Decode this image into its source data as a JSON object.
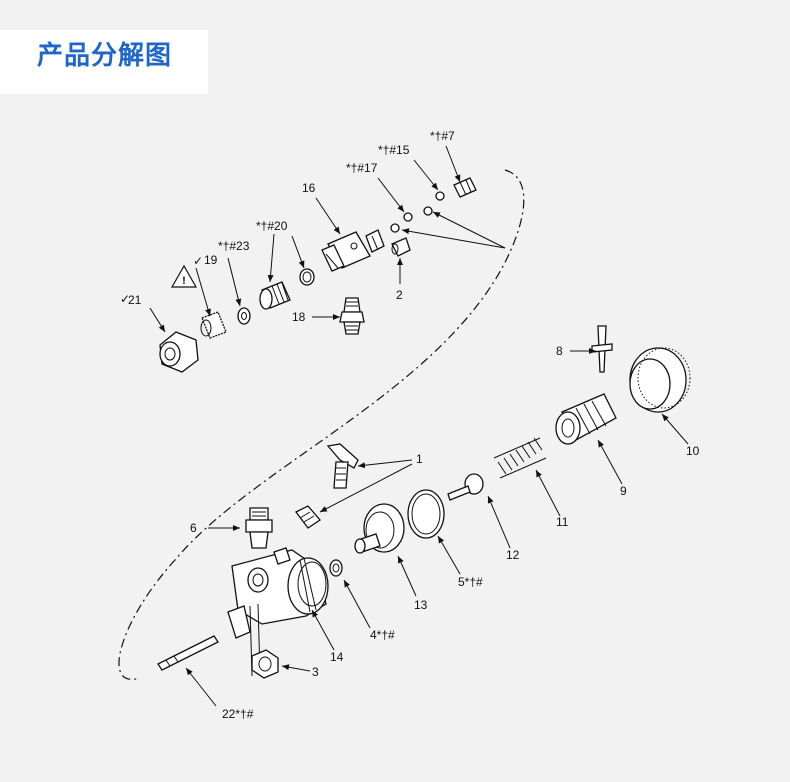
{
  "header": {
    "title": "产品分解图"
  },
  "labels": {
    "l1": "1",
    "l2": "2",
    "l3": "3",
    "l4": "4*†#",
    "l5": "5*†#",
    "l6": "6",
    "l7": "*†#7",
    "l8": "8",
    "l9": "9",
    "l10": "10",
    "l11": "11",
    "l12": "12",
    "l13": "13",
    "l14": "14",
    "l15": "*†#15",
    "l16": "16",
    "l17": "*†#17",
    "l18": "18",
    "l19": "19",
    "l20": "*†#20",
    "l21": "21",
    "l22": "22*†#",
    "l23": "*†#23"
  },
  "warning_symbol": "!"
}
